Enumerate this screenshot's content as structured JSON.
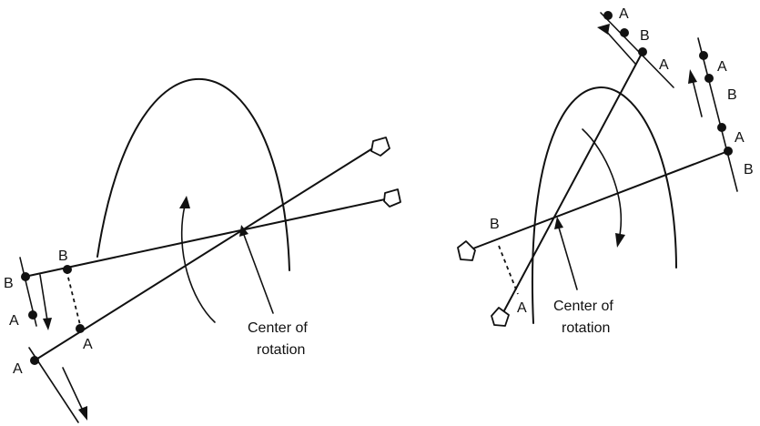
{
  "labels": {
    "point_a": "A",
    "point_b": "B",
    "center_line1": "Center of",
    "center_line2": "rotation"
  }
}
